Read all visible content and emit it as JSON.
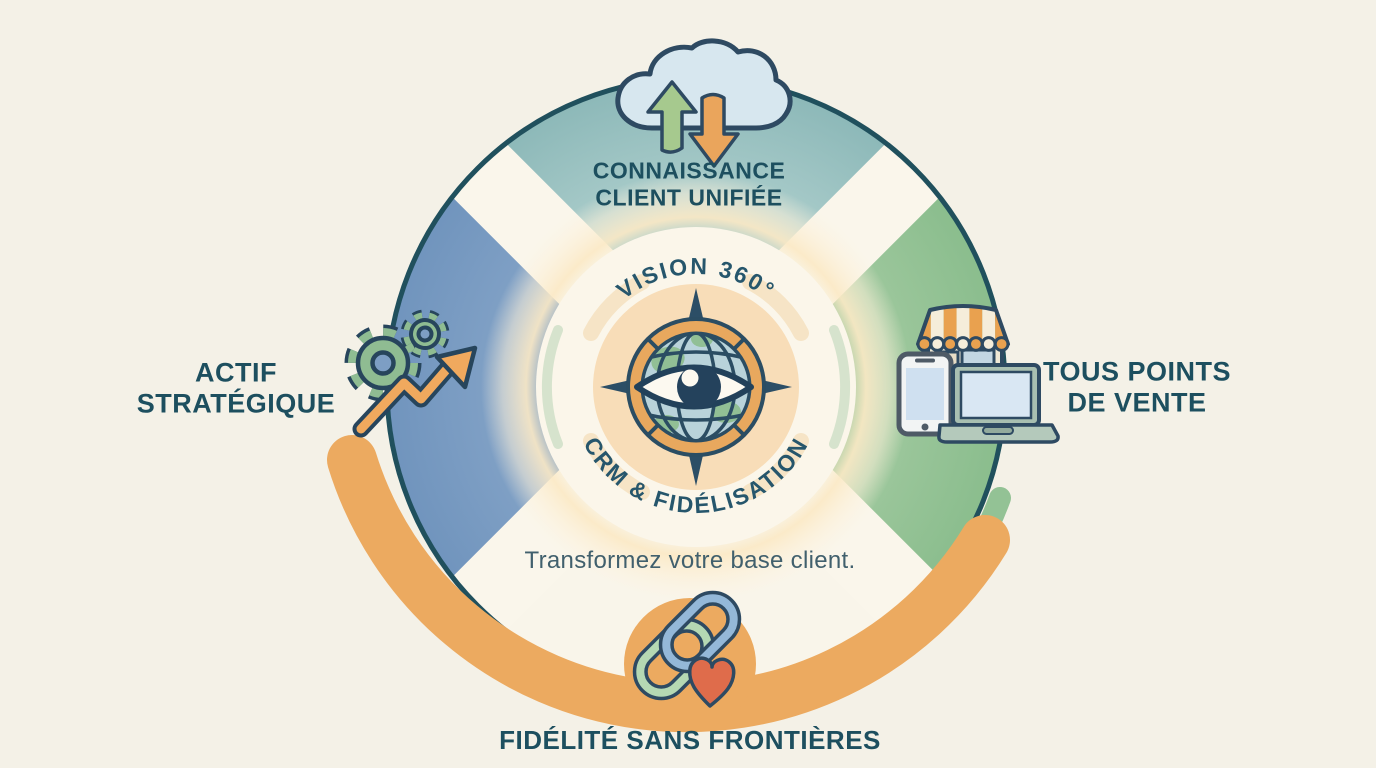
{
  "diagram": {
    "title_context": "CRM customer-knowledge cycle infographic",
    "center": {
      "top_arc": "VISION 360°",
      "bottom_arc": "CRM & FIDÉLISATION",
      "icon": "globe-eye-compass-icon"
    },
    "nodes": {
      "top": {
        "label": "CONNAISSANCE\nCLIENT UNIFIÉE",
        "icon": "cloud-sync-icon"
      },
      "left": {
        "label": "ACTIF\nSTRATÉGIQUE",
        "icon": "gears-growth-arrow-icon"
      },
      "right": {
        "label": "TOUS POINTS\nDE VENTE",
        "icon": "store-devices-icon"
      },
      "bottom": {
        "label": "FIDÉLITÉ SANS FRONTIÈRES",
        "icon": "chain-link-heart-icon"
      }
    },
    "tagline": "Transformez votre base client."
  },
  "colors": {
    "background": "#f4f1e7",
    "label_navy": "#1d4f5f",
    "icon_outline_navy": "#2e4a62",
    "sector_teal": "#a2c6c5",
    "sector_blue": "#7d9ec4",
    "sector_green": "#9cc69b",
    "divider_cream": "#faf6eb",
    "rim_dark_teal": "#20505d",
    "swoosh_orange": "#ecaa60",
    "hub_cream": "#fbf6ea",
    "hub_peach": "#f8ddb8",
    "gear_green": "#8fbc92",
    "cloud_blue": "#d7e7ef",
    "link_green": "#b5d8b3",
    "link_blue": "#94b8d8",
    "heart_red": "#df6c4b"
  }
}
